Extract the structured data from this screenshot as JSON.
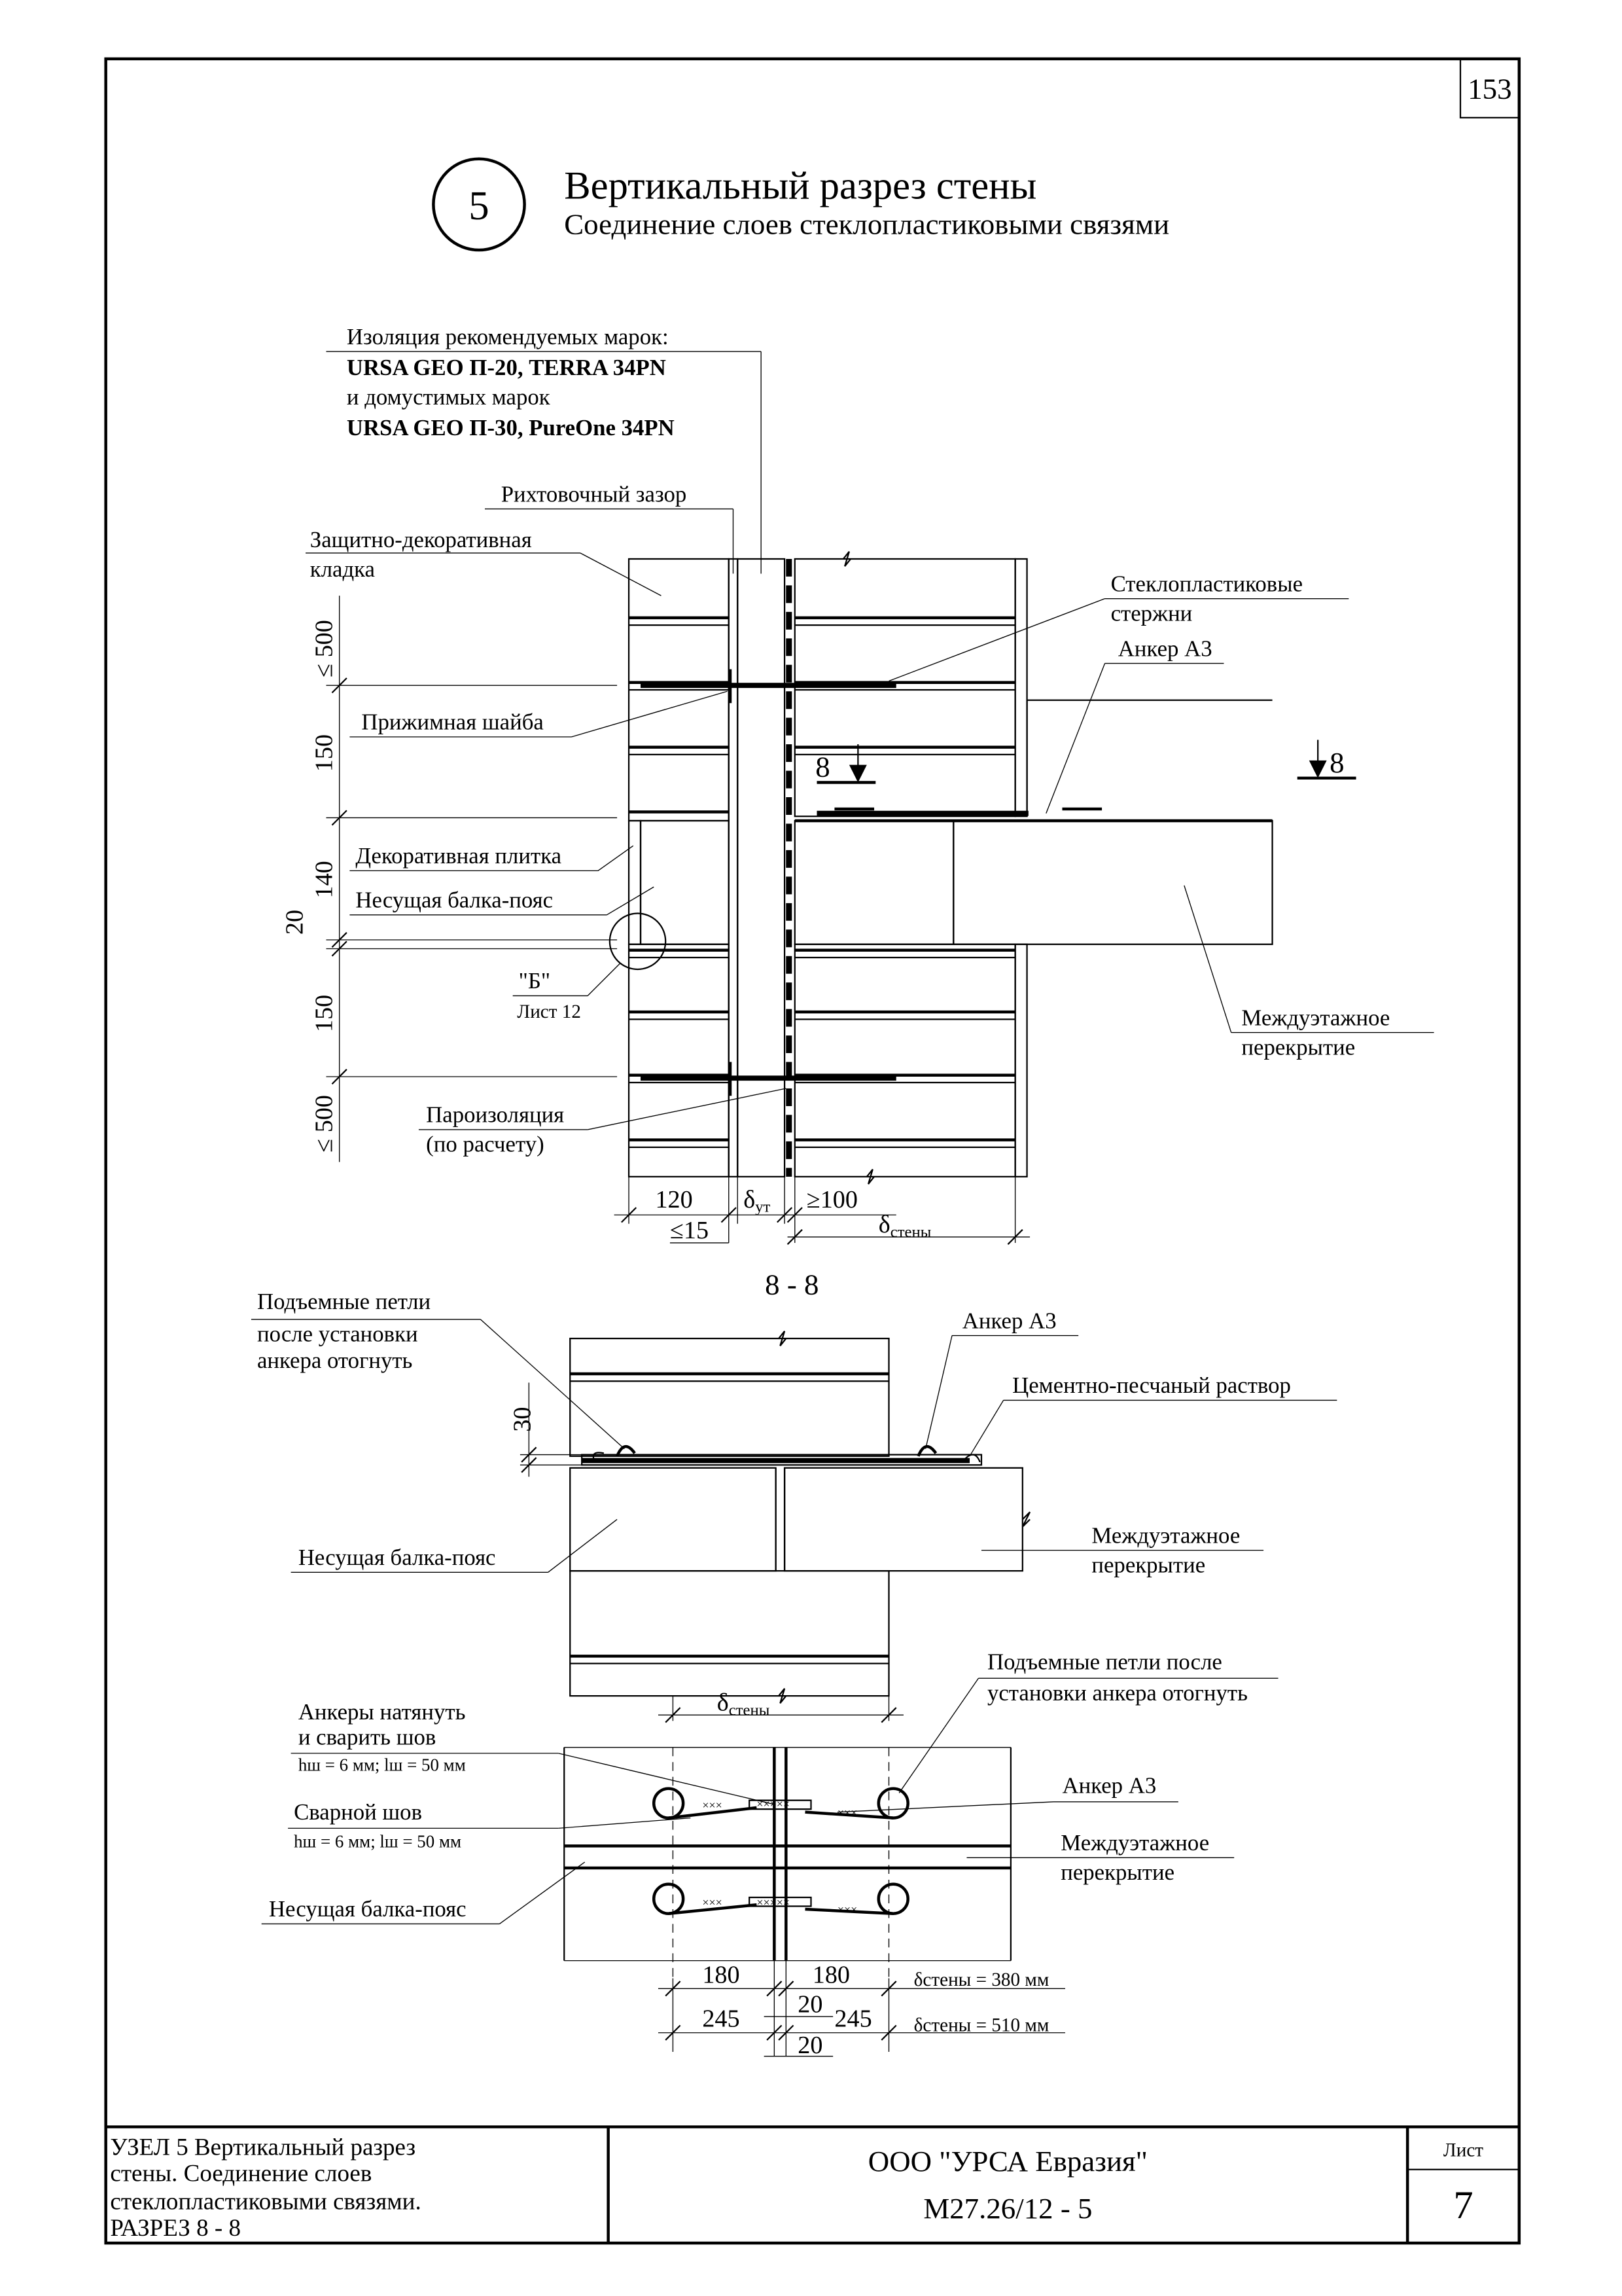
{
  "sheet": {
    "page_number": "153",
    "node_number": "5",
    "title": "Вертикальный разрез стены",
    "subtitle": "Соединение слоев стеклопластиковыми связями"
  },
  "section_main": {
    "insulation_lines": [
      "Изоляция рекомендуемых марок:",
      "URSA GEO П-20, TERRA 34PN",
      "и домустимых марок",
      "URSA GEO П-30, PureOne 34PN"
    ],
    "labels": {
      "gap": "Рихтовочный зазор",
      "masonry_1": "Защитно-декоративная",
      "masonry_2": "кладка",
      "rods_1": "Стеклопластиковые",
      "rods_2": "стержни",
      "anchor": "Анкер А3",
      "washer": "Прижимная шайба",
      "tile": "Декоративная плитка",
      "beam": "Несущая балка-пояс",
      "ref_b": "\"Б\"",
      "ref_sheet": "Лист 12",
      "floor_1": "Междуэтажное",
      "floor_2": "перекрытие",
      "vapor_1": "Пароизоляция",
      "vapor_2": "(по расчету)",
      "cut_mark": "8"
    },
    "dims": {
      "d500_top": "≤ 500",
      "d150_top": "150",
      "d140": "140",
      "d20": "20",
      "d150_bot": "150",
      "d500_bot": "≤ 500",
      "d120": "120",
      "d_ins": "δ",
      "d_ins_sub": "ут",
      "d100": "≥100",
      "d15": "≤15",
      "d_wall": "δ",
      "d_wall_sub": "стены"
    }
  },
  "section_88": {
    "title": "8 - 8",
    "labels": {
      "loops_1": "Подъемные петли",
      "loops_2": "после установки",
      "loops_3": "анкера отогнуть",
      "anchor": "Анкер А3",
      "mortar": "Цементно-песчаный раствор",
      "beam": "Несущая балка-пояс",
      "floor_1": "Междуэтажное",
      "floor_2": "перекрытие"
    },
    "dims": {
      "d30": "30",
      "d_wall": "δ",
      "d_wall_sub": "стены"
    }
  },
  "plan": {
    "labels": {
      "anchors_1": "Анкеры натянуть",
      "anchors_2": "и сварить шов",
      "anchors_3": "hш = 6 мм; lш = 50 мм",
      "weld_1": "Сварной шов",
      "weld_2": "hш = 6 мм; lш = 50 мм",
      "beam": "Несущая балка-пояс",
      "loops_1": "Подъемные петли после",
      "loops_2": "установки анкера отогнуть",
      "anchor": "Анкер А3",
      "floor_1": "Междуэтажное",
      "floor_2": "перекрытие"
    },
    "dims": {
      "d180a": "180",
      "d180b": "180",
      "d20a": "20",
      "d245a": "245",
      "d245b": "245",
      "d20b": "20",
      "note_380": "δстены = 380 мм",
      "note_510": "δстены = 510 мм"
    }
  },
  "title_block": {
    "description": "УЗЕЛ 5 Вертикальный разрез стены. Соединение слоев стеклопластиковыми связями. РАЗРЕЗ 8 - 8",
    "desc_lines": [
      "УЗЕЛ 5 Вертикальный разрез",
      "стены. Соединение слоев",
      "стеклопластиковыми связями.",
      "РАЗРЕЗ 8 - 8"
    ],
    "company": "ООО \"УРСА Евразия\"",
    "code": "М27.26/12 - 5",
    "sheet_label": "Лист",
    "sheet_number": "7"
  }
}
